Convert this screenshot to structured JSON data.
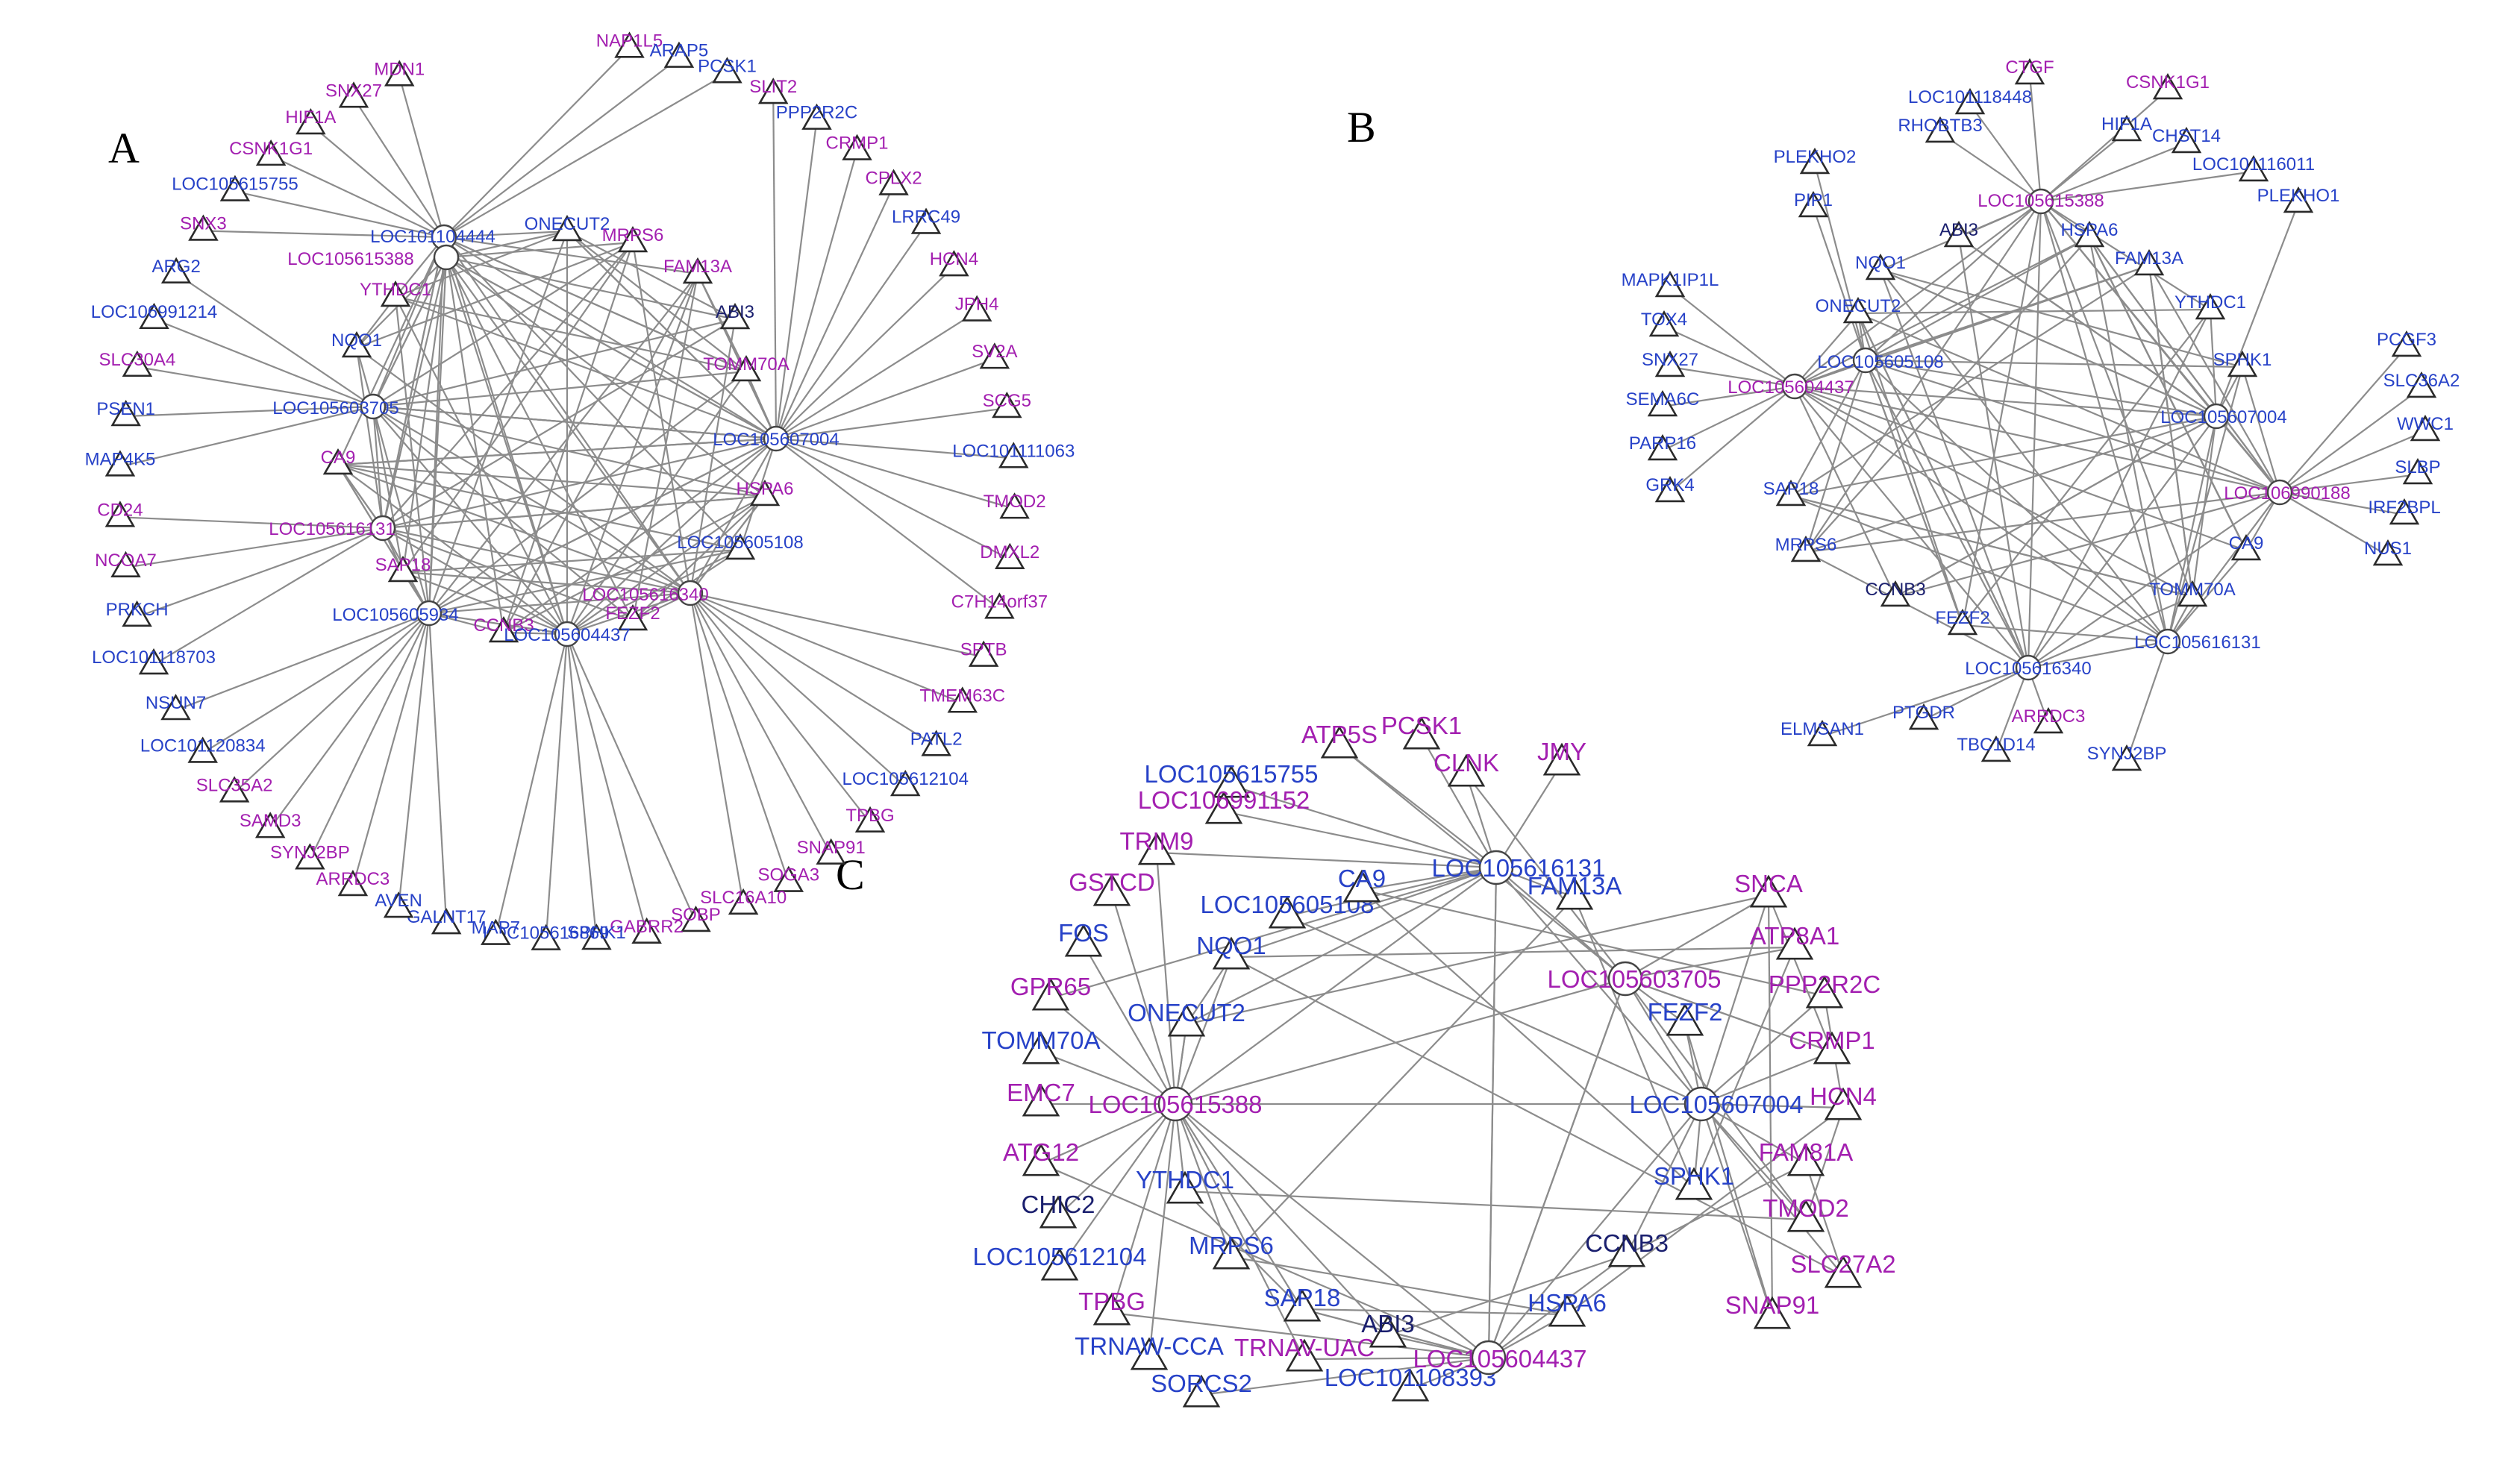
{
  "figure": {
    "colors": {
      "purple": "#a31fb0",
      "blue": "#2742c8",
      "navy": "#1a1f6e",
      "edge": "#8c8c8c",
      "node_outline": "#2a2a2a"
    },
    "panels": [
      {
        "id": "A",
        "letter": "A",
        "hubs": [
          {
            "label": "LOC101104444",
            "color": "blue"
          },
          {
            "label": "LOC105615388",
            "color": "purple"
          },
          {
            "label": "LOC105607004",
            "color": "blue"
          },
          {
            "label": "LOC105616131",
            "color": "purple"
          },
          {
            "label": "LOC105605934",
            "color": "blue"
          },
          {
            "label": "LOC105616340",
            "color": "purple"
          },
          {
            "label": "LOC105604437",
            "color": "blue"
          },
          {
            "label": "LOC105603705",
            "color": "blue"
          }
        ],
        "inner_nodes": [
          {
            "label": "ONECUT2",
            "color": "blue"
          },
          {
            "label": "MRPS6",
            "color": "purple"
          },
          {
            "label": "FAM13A",
            "color": "purple"
          },
          {
            "label": "ABI3",
            "color": "navy"
          },
          {
            "label": "TOMM70A",
            "color": "purple"
          },
          {
            "label": "HSPA6",
            "color": "purple"
          },
          {
            "label": "LOC105605108",
            "color": "blue"
          },
          {
            "label": "FEZF2",
            "color": "purple"
          },
          {
            "label": "CCNB3",
            "color": "purple"
          },
          {
            "label": "SAP18",
            "color": "purple"
          },
          {
            "label": "CA9",
            "color": "purple"
          },
          {
            "label": "NQO1",
            "color": "blue"
          },
          {
            "label": "YTHDC1",
            "color": "purple"
          }
        ],
        "outer_nodes": [
          {
            "label": "NAP1L5",
            "color": "purple"
          },
          {
            "label": "ARAP5",
            "color": "blue"
          },
          {
            "label": "PCSK1",
            "color": "blue"
          },
          {
            "label": "SLIT2",
            "color": "purple"
          },
          {
            "label": "PPP2R2C",
            "color": "blue"
          },
          {
            "label": "CRMP1",
            "color": "purple"
          },
          {
            "label": "CPLX2",
            "color": "purple"
          },
          {
            "label": "LRRC49",
            "color": "blue"
          },
          {
            "label": "HCN4",
            "color": "purple"
          },
          {
            "label": "JPH4",
            "color": "purple"
          },
          {
            "label": "SV2A",
            "color": "purple"
          },
          {
            "label": "SCG5",
            "color": "purple"
          },
          {
            "label": "LOC101111063",
            "color": "blue"
          },
          {
            "label": "TMOD2",
            "color": "purple"
          },
          {
            "label": "DMXL2",
            "color": "purple"
          },
          {
            "label": "C7H14orf37",
            "color": "purple"
          },
          {
            "label": "SPTB",
            "color": "purple"
          },
          {
            "label": "TMEM63C",
            "color": "purple"
          },
          {
            "label": "PATL2",
            "color": "blue"
          },
          {
            "label": "LOC105612104",
            "color": "blue"
          },
          {
            "label": "TPBG",
            "color": "purple"
          },
          {
            "label": "SNAP91",
            "color": "purple"
          },
          {
            "label": "SOGA3",
            "color": "purple"
          },
          {
            "label": "SLC16A10",
            "color": "purple"
          },
          {
            "label": "SOBP",
            "color": "purple"
          },
          {
            "label": "GABRR2",
            "color": "purple"
          },
          {
            "label": "SPHK1",
            "color": "blue"
          },
          {
            "label": "LOC105616869",
            "color": "blue"
          },
          {
            "label": "MAP7",
            "color": "blue"
          },
          {
            "label": "GALNT17",
            "color": "blue"
          },
          {
            "label": "AVEN",
            "color": "blue"
          },
          {
            "label": "ARRDC3",
            "color": "purple"
          },
          {
            "label": "SYNJ2BP",
            "color": "purple"
          },
          {
            "label": "SAMD3",
            "color": "purple"
          },
          {
            "label": "SLC35A2",
            "color": "purple"
          },
          {
            "label": "LOC101120834",
            "color": "blue"
          },
          {
            "label": "NSUN7",
            "color": "blue"
          },
          {
            "label": "LOC101118703",
            "color": "blue"
          },
          {
            "label": "PRKCH",
            "color": "blue"
          },
          {
            "label": "NCOA7",
            "color": "purple"
          },
          {
            "label": "CD24",
            "color": "purple"
          },
          {
            "label": "MAP4K5",
            "color": "blue"
          },
          {
            "label": "PSEN1",
            "color": "blue"
          },
          {
            "label": "SLC30A4",
            "color": "purple"
          },
          {
            "label": "LOC106991214",
            "color": "blue"
          },
          {
            "label": "ARG2",
            "color": "blue"
          },
          {
            "label": "SNX3",
            "color": "purple"
          },
          {
            "label": "LOC105615755",
            "color": "blue"
          },
          {
            "label": "CSNK1G1",
            "color": "purple"
          },
          {
            "label": "HIF1A",
            "color": "purple"
          },
          {
            "label": "SNX27",
            "color": "purple"
          },
          {
            "label": "MDN1",
            "color": "purple"
          }
        ]
      },
      {
        "id": "B",
        "letter": "B",
        "hubs": [
          {
            "label": "LOC105615388",
            "color": "purple"
          },
          {
            "label": "LOC105604437",
            "color": "purple"
          },
          {
            "label": "LOC105605108",
            "color": "blue"
          },
          {
            "label": "LOC105607004",
            "color": "blue"
          },
          {
            "label": "LOC106990188",
            "color": "purple"
          },
          {
            "label": "LOC105616131",
            "color": "blue"
          },
          {
            "label": "LOC105616340",
            "color": "blue"
          }
        ],
        "inner_nodes": [
          {
            "label": "ABI3",
            "color": "navy"
          },
          {
            "label": "HSPA6",
            "color": "blue"
          },
          {
            "label": "FAM13A",
            "color": "blue"
          },
          {
            "label": "YTHDC1",
            "color": "blue"
          },
          {
            "label": "SPHK1",
            "color": "blue"
          },
          {
            "label": "CA9",
            "color": "blue"
          },
          {
            "label": "TOMM70A",
            "color": "blue"
          },
          {
            "label": "FEZF2",
            "color": "blue"
          },
          {
            "label": "CCNB3",
            "color": "navy"
          },
          {
            "label": "MRPS6",
            "color": "blue"
          },
          {
            "label": "SAP18",
            "color": "blue"
          },
          {
            "label": "ONECUT2",
            "color": "blue"
          },
          {
            "label": "NQO1",
            "color": "blue"
          }
        ],
        "outer_nodes": [
          {
            "label": "CTGF",
            "color": "purple"
          },
          {
            "label": "CSNK1G1",
            "color": "purple"
          },
          {
            "label": "LOC101118448",
            "color": "blue"
          },
          {
            "label": "RHOBTB3",
            "color": "blue"
          },
          {
            "label": "HIF1A",
            "color": "blue"
          },
          {
            "label": "CHST14",
            "color": "blue"
          },
          {
            "label": "LOC101116011",
            "color": "blue"
          },
          {
            "label": "PLEKHO2",
            "color": "blue"
          },
          {
            "label": "PLEKHO1",
            "color": "blue"
          },
          {
            "label": "PIP1",
            "color": "blue"
          },
          {
            "label": "MAPK1IP1L",
            "color": "blue"
          },
          {
            "label": "TOX4",
            "color": "blue"
          },
          {
            "label": "SNX27",
            "color": "blue"
          },
          {
            "label": "SEMA6C",
            "color": "blue"
          },
          {
            "label": "PARP16",
            "color": "blue"
          },
          {
            "label": "GRK4",
            "color": "blue"
          },
          {
            "label": "PCGF3",
            "color": "blue"
          },
          {
            "label": "SLC36A2",
            "color": "blue"
          },
          {
            "label": "WWC1",
            "color": "blue"
          },
          {
            "label": "SLBP",
            "color": "blue"
          },
          {
            "label": "IRF2BPL",
            "color": "blue"
          },
          {
            "label": "NUS1",
            "color": "blue"
          },
          {
            "label": "ELMSAN1",
            "color": "blue"
          },
          {
            "label": "PTGDR",
            "color": "blue"
          },
          {
            "label": "TBC1D14",
            "color": "blue"
          },
          {
            "label": "ARRDC3",
            "color": "purple"
          },
          {
            "label": "SYNJ2BP",
            "color": "blue"
          }
        ]
      },
      {
        "id": "C",
        "letter": "C",
        "hubs": [
          {
            "label": "LOC105615388",
            "color": "purple"
          },
          {
            "label": "LOC105616131",
            "color": "blue"
          },
          {
            "label": "LOC105603705",
            "color": "purple"
          },
          {
            "label": "LOC105607004",
            "color": "blue"
          },
          {
            "label": "LOC105604437",
            "color": "purple"
          }
        ],
        "nodes": [
          {
            "label": "ATP5S",
            "color": "purple"
          },
          {
            "label": "PCSK1",
            "color": "purple"
          },
          {
            "label": "JMY",
            "color": "purple"
          },
          {
            "label": "CLNK",
            "color": "purple"
          },
          {
            "label": "LOC105615755",
            "color": "blue"
          },
          {
            "label": "LOC106991152",
            "color": "purple"
          },
          {
            "label": "TRIM9",
            "color": "purple"
          },
          {
            "label": "GSTCD",
            "color": "purple"
          },
          {
            "label": "FOS",
            "color": "blue"
          },
          {
            "label": "GPR65",
            "color": "purple"
          },
          {
            "label": "TOMM70A",
            "color": "blue"
          },
          {
            "label": "EMC7",
            "color": "purple"
          },
          {
            "label": "ATG12",
            "color": "purple"
          },
          {
            "label": "CHIC2",
            "color": "navy"
          },
          {
            "label": "LOC105612104",
            "color": "blue"
          },
          {
            "label": "TPBG",
            "color": "purple"
          },
          {
            "label": "TRNAW-CCA",
            "color": "blue"
          },
          {
            "label": "SORCS2",
            "color": "blue"
          },
          {
            "label": "TRNAV-UAC",
            "color": "purple"
          },
          {
            "label": "LOC101108393",
            "color": "blue"
          },
          {
            "label": "LOC105605108",
            "color": "blue"
          },
          {
            "label": "NQO1",
            "color": "blue"
          },
          {
            "label": "CA9",
            "color": "blue"
          },
          {
            "label": "FAM13A",
            "color": "blue"
          },
          {
            "label": "ONECUT2",
            "color": "blue"
          },
          {
            "label": "YTHDC1",
            "color": "blue"
          },
          {
            "label": "MRPS6",
            "color": "blue"
          },
          {
            "label": "SAP18",
            "color": "blue"
          },
          {
            "label": "ABI3",
            "color": "navy"
          },
          {
            "label": "HSPA6",
            "color": "blue"
          },
          {
            "label": "CCNB3",
            "color": "navy"
          },
          {
            "label": "SPHK1",
            "color": "blue"
          },
          {
            "label": "FEZF2",
            "color": "blue"
          },
          {
            "label": "SNCA",
            "color": "purple"
          },
          {
            "label": "ATP8A1",
            "color": "purple"
          },
          {
            "label": "PPP2R2C",
            "color": "purple"
          },
          {
            "label": "CRMP1",
            "color": "purple"
          },
          {
            "label": "HCN4",
            "color": "purple"
          },
          {
            "label": "FAM81A",
            "color": "purple"
          },
          {
            "label": "TMOD2",
            "color": "purple"
          },
          {
            "label": "SLC27A2",
            "color": "purple"
          },
          {
            "label": "SNAP91",
            "color": "purple"
          }
        ]
      }
    ]
  }
}
